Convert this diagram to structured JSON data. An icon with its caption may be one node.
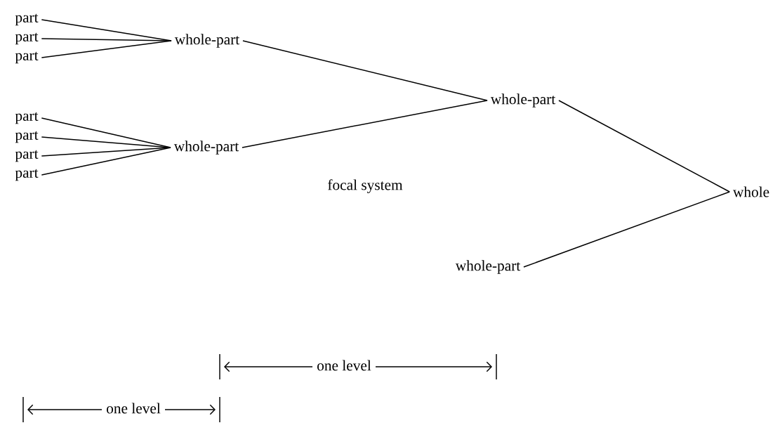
{
  "diagram": {
    "nodes": [
      {
        "text": [
          "part"
        ]
      },
      {
        "text": [
          "part"
        ]
      },
      {
        "text": [
          "part"
        ]
      },
      {
        "text": [
          "whole-part"
        ]
      },
      {
        "text": [
          "part"
        ]
      },
      {
        "text": [
          "part"
        ]
      },
      {
        "text": [
          "part"
        ]
      },
      {
        "text": [
          "part"
        ]
      },
      {
        "text": [
          "whole-part"
        ]
      },
      {
        "text": [
          "whole-part"
        ]
      },
      {
        "text": [
          "whole"
        ]
      },
      {
        "text": [
          "whole-part"
        ]
      }
    ],
    "edges": [
      {
        "from": 0,
        "to": 3,
        "arrow": "none"
      },
      {
        "from": 1,
        "to": 3,
        "arrow": "none"
      },
      {
        "from": 2,
        "to": 3,
        "arrow": "none"
      },
      {
        "from": 4,
        "to": 8,
        "arrow": "none"
      },
      {
        "from": 5,
        "to": 8,
        "arrow": "none"
      },
      {
        "from": 6,
        "to": 8,
        "arrow": "none"
      },
      {
        "from": 7,
        "to": 8,
        "arrow": "none"
      },
      {
        "from": 3,
        "to": 9,
        "arrow": "none"
      },
      {
        "from": 8,
        "to": 9,
        "arrow": "none"
      },
      {
        "from": 9,
        "to": 10,
        "arrow": "none"
      },
      {
        "from": 11,
        "to": 10,
        "arrow": "none"
      }
    ],
    "labels": [
      "focal system",
      "one level",
      "one level"
    ]
  }
}
